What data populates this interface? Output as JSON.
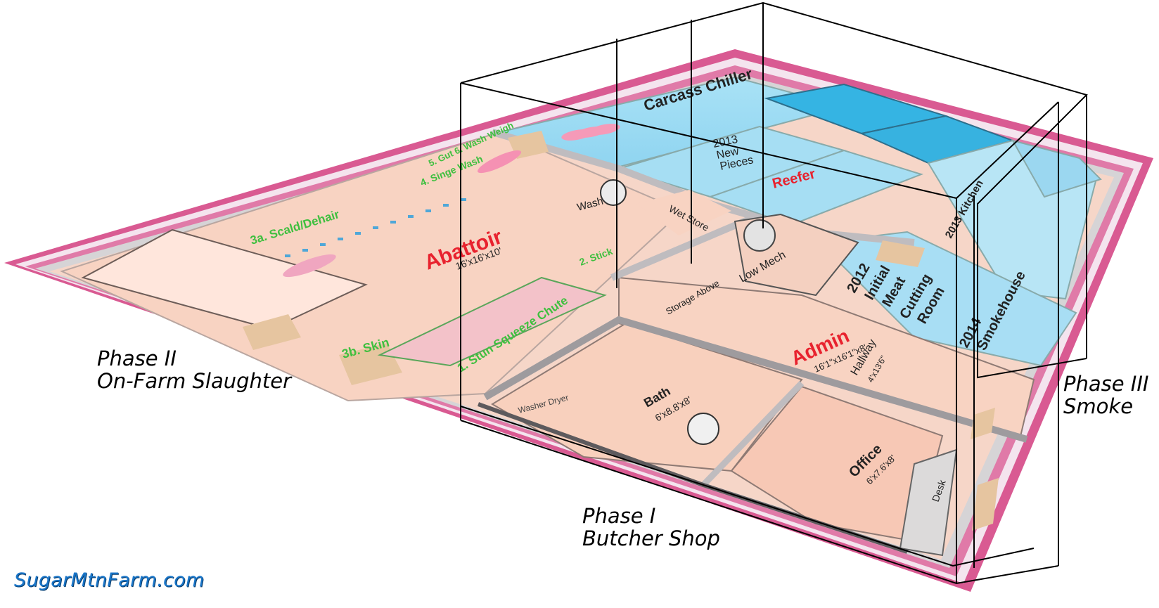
{
  "phases": {
    "phase2": {
      "line1": "Phase II",
      "line2": "On-Farm Slaughter"
    },
    "phase1": {
      "line1": "Phase I",
      "line2": "Butcher Shop"
    },
    "phase3": {
      "line1": "Phase III",
      "line2": "Smoke"
    }
  },
  "brand": "SugarMtnFarm.com",
  "rooms": {
    "carcass_chiller": "Carcass Chiller",
    "abattoir": "Abattoir",
    "abattoir_dim": "16'x16'x10'",
    "reefer": "Reefer",
    "admin": "Admin",
    "admin_dim": "16'1\"x16'1\"x8'",
    "office": "Office",
    "office_dim": "6'x7.6'x8'",
    "bath": "Bath",
    "bath_dim": "6'x8.8'x8'",
    "hallway": "Hallway",
    "hallway_dim": "4'x13'6\"",
    "low_mech": "Low Mech",
    "wet_store": "Wet Store",
    "wash": "Wash",
    "initial_cutting_line1": "2012",
    "initial_cutting_line2": "Initial",
    "initial_cutting_line3": "Meat",
    "initial_cutting_line4": "Cutting",
    "initial_cutting_line5": "Room",
    "smokehouse_line1": "2014",
    "smokehouse_line2": "Smokehouse",
    "kitchen": "2013 Kitchen",
    "storage_above": "Storage Above",
    "new_pieces_line1": "2013",
    "new_pieces_line2": "New",
    "new_pieces_line3": "Pieces",
    "desk": "Desk",
    "washer_dryer": "Washer Dryer"
  },
  "steps": {
    "scald": "3a. Scald/Dehair",
    "skin": "3b. Skin",
    "stun": "1. Stun Squeeze Chute",
    "stick": "2. Stick",
    "singe": "4. Singe Wash",
    "gut": "5. Gut 6. Wash Weigh"
  },
  "colors": {
    "abattoir_fill": "#f8d3c2",
    "chiller_fill": "#9fdcf3",
    "walls": "#c7c5c7",
    "border_pink": "#c13b7a",
    "brand_blue": "#1a76c9",
    "green_text": "#3fbf3f",
    "red_text": "#e8222e"
  }
}
